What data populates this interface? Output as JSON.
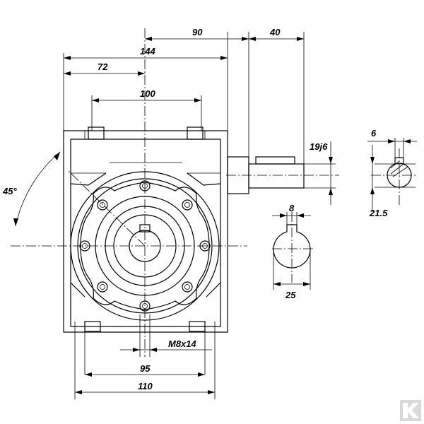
{
  "dimensions": {
    "top_90": "90",
    "top_40": "40",
    "top_144": "144",
    "top_72": "72",
    "top_100": "100",
    "shaft_19j6": "19j6",
    "key_6": "6",
    "key_21_5": "21.5",
    "bore_8": "8",
    "bore_25": "25",
    "angle_45": "45°",
    "thread_m8x14": "M8x14",
    "bottom_95": "95",
    "bottom_110": "110"
  },
  "logo": {
    "name": "kramp-logo-icon"
  }
}
